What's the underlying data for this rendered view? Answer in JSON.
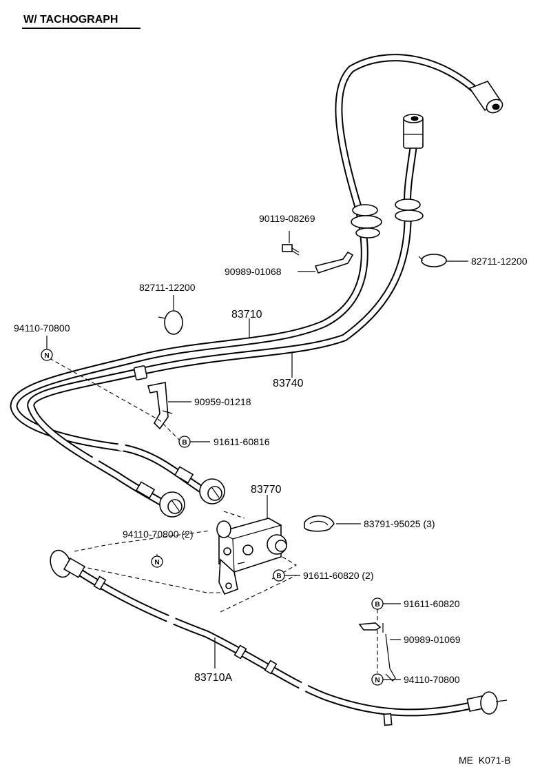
{
  "title": "W/ TACHOGRAPH",
  "footer_code": "ME  K071-B",
  "symbols": {
    "n": "N",
    "b": "B"
  },
  "labels": {
    "p90119_08269": "90119-08269",
    "p90989_01068": "90989-01068",
    "p82711_12200_left": "82711-12200",
    "p82711_12200_right": "82711-12200",
    "p83710": "83710",
    "p94110_70800_top": "94110-70800",
    "p83740": "83740",
    "p90959_01218": "90959-01218",
    "p91611_60816": "91611-60816",
    "p83770": "83770",
    "p83791_95025": "83791-95025 (3)",
    "p94110_70800_mid": "94110-70800 (2)",
    "p91611_60820_mid": "91611-60820 (2)",
    "p91611_60820_right": "91611-60820",
    "p90989_01069": "90989-01069",
    "p83710A": "83710A",
    "p94110_70800_bottom": "94110-70800"
  }
}
